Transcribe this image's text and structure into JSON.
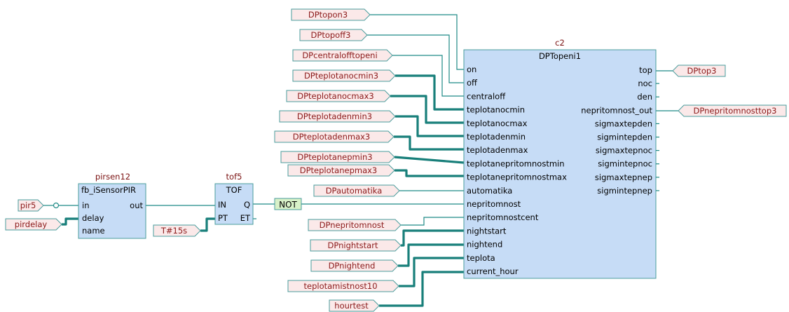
{
  "blocks": {
    "c2": {
      "instance": "c2",
      "type": "DPTopeni1",
      "inputs": [
        "on",
        "off",
        "centraloff",
        "teplotanocmin",
        "teplotanocmax",
        "teplotadenmin",
        "teplotadenmax",
        "teplotanepritomnostmin",
        "teplotanepritomnostmax",
        "automatika",
        "nepritomnost",
        "nepritomnostcent",
        "nightstart",
        "nightend",
        "teplota",
        "current_hour"
      ],
      "outputs": [
        "top",
        "noc",
        "den",
        "nepritomnost_out",
        "sigmaxtepden",
        "sigmintepden",
        "sigmaxtepnoc",
        "sigmintepnoc",
        "sigmaxtepnep",
        "sigmintepnep"
      ]
    },
    "pirsen12": {
      "instance": "pirsen12",
      "type": "fb_iSensorPIR",
      "inputs": [
        "in",
        "delay",
        "name"
      ],
      "outputs": [
        "out"
      ]
    },
    "tof5": {
      "instance": "tof5",
      "type": "TOF",
      "inputs": [
        "IN",
        "PT"
      ],
      "outputs": [
        "Q",
        "ET"
      ]
    }
  },
  "inputs": [
    "DPtopon3",
    "DPtopoff3",
    "DPcentralofftopeni",
    "DPteplotanocmin3",
    "DPteplotanocmax3",
    "DPteplotadenmin3",
    "DPteplotadenmax3",
    "DPteplotanepmin3",
    "DPteplotanepmax3",
    "DPautomatika",
    "DPnepritomnost",
    "DPnightstart",
    "DPnightend",
    "teplotamistnost10",
    "hourtest",
    "pir5",
    "pirdelay",
    "T#15s"
  ],
  "outputs": [
    "DPtop3",
    "DPnepritomnosttop3"
  ],
  "not_gate": "NOT"
}
